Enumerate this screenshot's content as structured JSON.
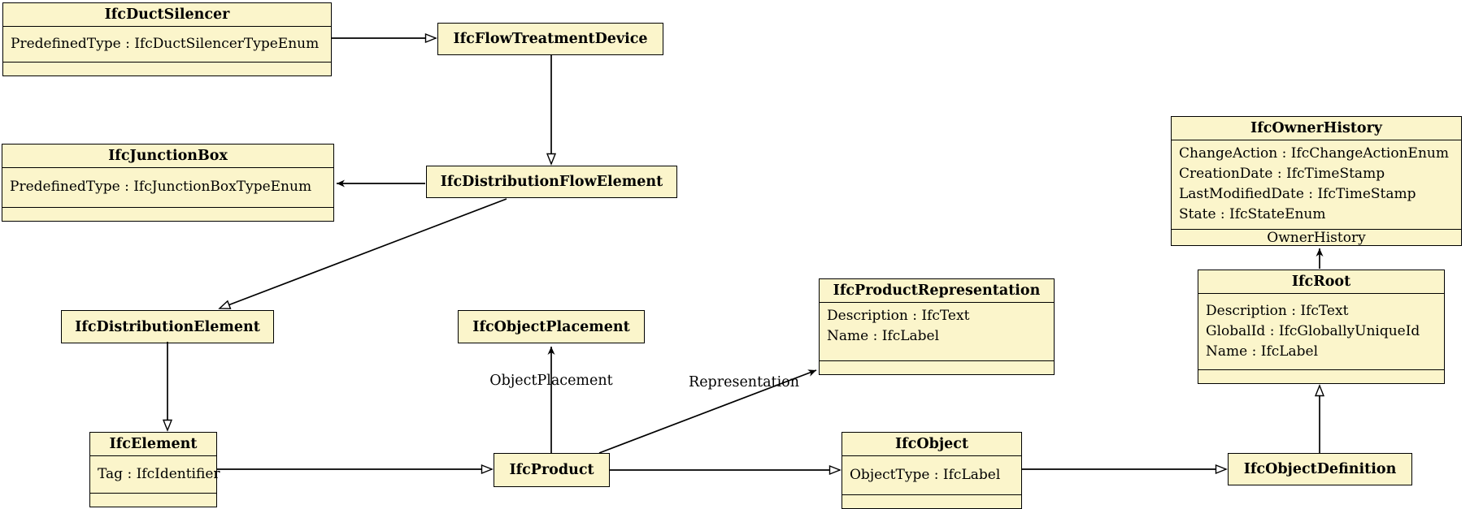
{
  "colors": {
    "class_fill": "#fbf5cb",
    "class_border": "#000000",
    "background": "#ffffff",
    "text": "#000000"
  },
  "classes": [
    {
      "name": "IfcDuctSilencer",
      "attributes": [
        "PredefinedType : IfcDuctSilencerTypeEnum"
      ]
    },
    {
      "name": "IfcFlowTreatmentDevice",
      "attributes": []
    },
    {
      "name": "IfcJunctionBox",
      "attributes": [
        "PredefinedType : IfcJunctionBoxTypeEnum"
      ]
    },
    {
      "name": "IfcDistributionFlowElement",
      "attributes": []
    },
    {
      "name": "IfcOwnerHistory",
      "attributes": [
        "ChangeAction : IfcChangeActionEnum",
        "CreationDate : IfcTimeStamp",
        "LastModifiedDate : IfcTimeStamp",
        "State : IfcStateEnum"
      ],
      "footer_label": "OwnerHistory"
    },
    {
      "name": "IfcProductRepresentation",
      "attributes": [
        "Description : IfcText",
        "Name : IfcLabel"
      ]
    },
    {
      "name": "IfcRoot",
      "attributes": [
        "Description : IfcText",
        "GlobalId : IfcGloballyUniqueId",
        "Name : IfcLabel"
      ]
    },
    {
      "name": "IfcDistributionElement",
      "attributes": []
    },
    {
      "name": "IfcObjectPlacement",
      "attributes": []
    },
    {
      "name": "IfcElement",
      "attributes": [
        "Tag : IfcIdentifier"
      ]
    },
    {
      "name": "IfcProduct",
      "attributes": []
    },
    {
      "name": "IfcObject",
      "attributes": [
        "ObjectType : IfcLabel"
      ]
    },
    {
      "name": "IfcObjectDefinition",
      "attributes": []
    }
  ],
  "edge_labels": {
    "object_placement": "ObjectPlacement",
    "representation": "Representation"
  }
}
